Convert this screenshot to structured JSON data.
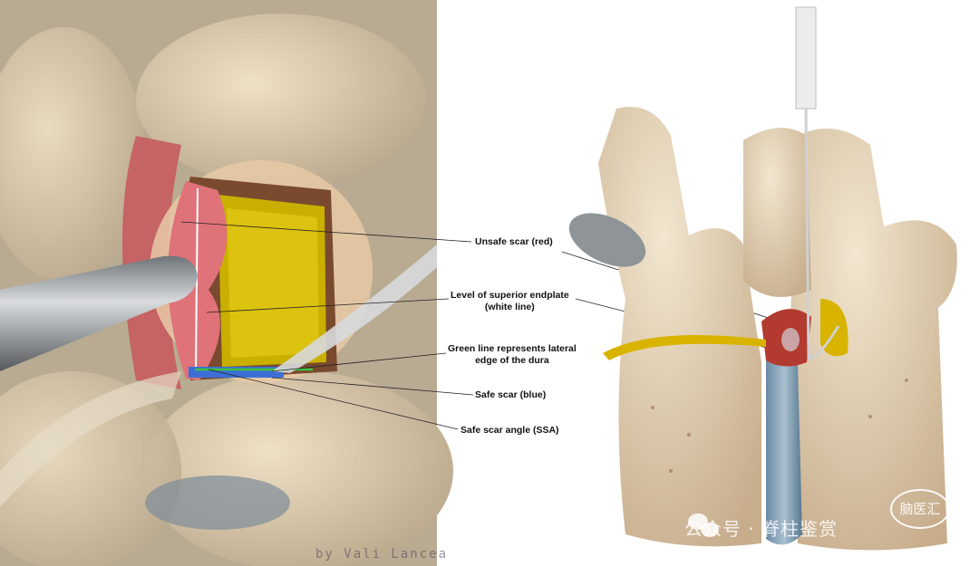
{
  "labels": {
    "unsafe_scar": "Unsafe scar (red)",
    "endplate_line1": "Level of superior endplate",
    "endplate_line2": "(white line)",
    "green_line1": "Green line represents lateral",
    "green_line2": "edge of the dura",
    "safe_scar": "Safe scar (blue)",
    "ssa": "Safe scar angle (SSA)"
  },
  "signature": "by Vali Lancea",
  "watermark": {
    "text": "公众号 · 脊柱鉴赏",
    "stamp": "脑医汇",
    "icon": "wechat-icon"
  },
  "colors": {
    "unsafe": "#d9535a",
    "endplate": "#ffffff",
    "dura_edge": "#3cc23c",
    "safe": "#3b6fd6",
    "nerve": "#d8b400"
  }
}
